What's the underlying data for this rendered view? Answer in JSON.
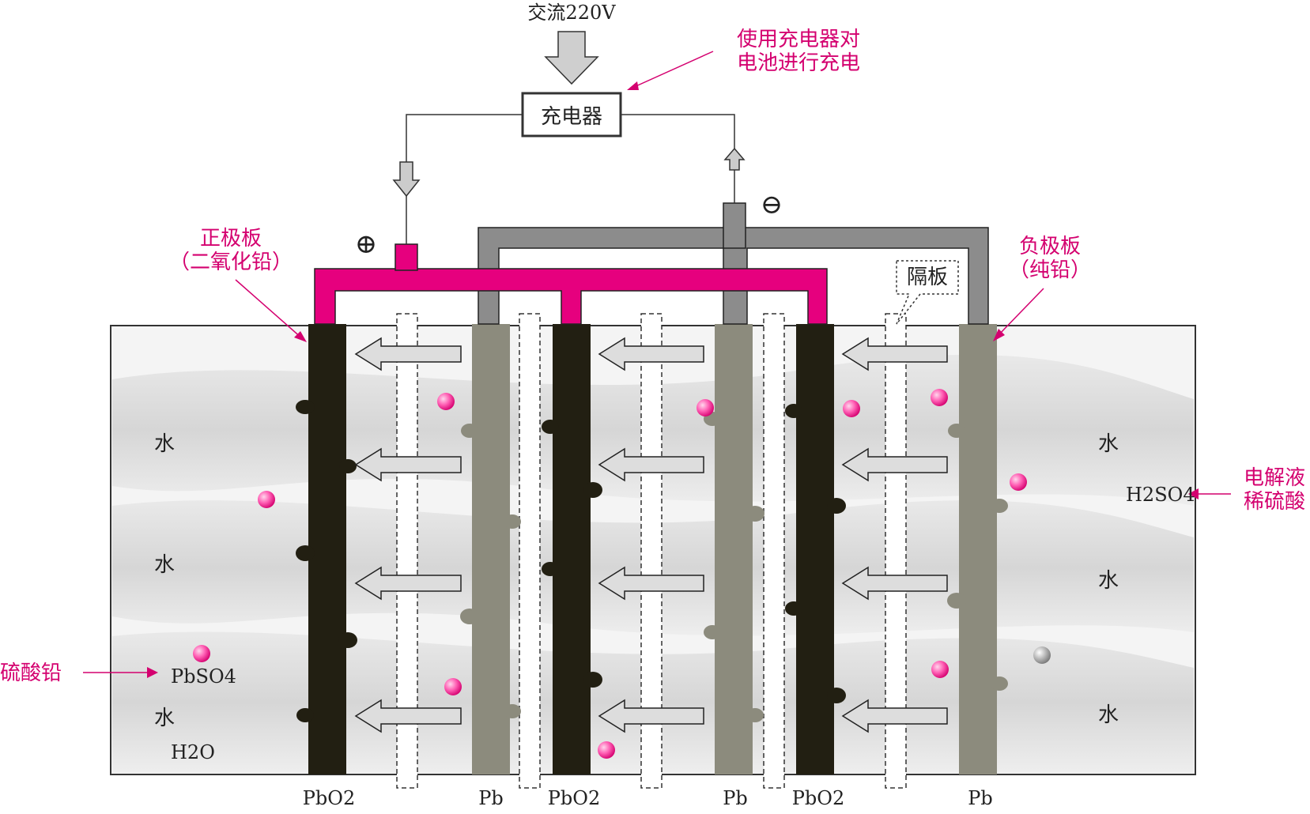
{
  "power": {
    "source": "交流220V",
    "charger": "充电器",
    "note_line1": "使用充电器对",
    "note_line2": "电池进行充电"
  },
  "terminals": {
    "positive_symbol": "⊕",
    "negative_symbol": "⊖"
  },
  "labels": {
    "positive_plate_line1": "正极板",
    "positive_plate_line2": "（二氧化铅）",
    "negative_plate_line1": "负极板",
    "negative_plate_line2": "（纯铅）",
    "separator": "隔板",
    "electrolyte_line1": "电解液",
    "electrolyte_line2": "稀硫酸",
    "lead_sulfate": "硫酸铅"
  },
  "chemicals": {
    "water": "水",
    "sulfuric_acid": "H2SO4",
    "lead_sulfate_formula": "PbSO4",
    "water_formula": "H2O",
    "lead_dioxide": "PbO2",
    "lead": "Pb"
  },
  "colors": {
    "positive": "#e6007e",
    "negative": "#8c8c8c",
    "pbo2_plate": "#221f12",
    "pb_plate": "#8c8b7d",
    "annotation": "#d4006f"
  }
}
